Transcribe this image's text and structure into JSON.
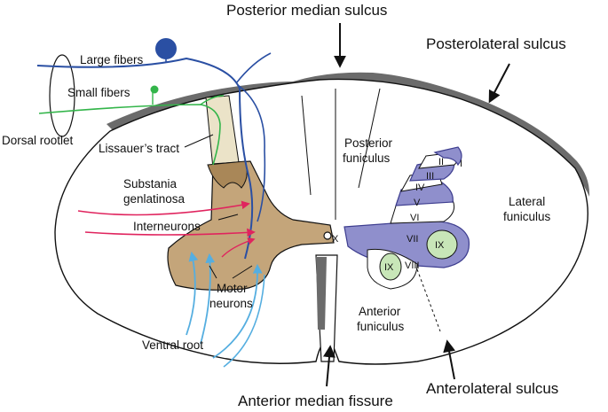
{
  "labels": {
    "posterior_median_sulcus": "Posterior median sulcus",
    "posterolateral_sulcus": "Posterolateral sulcus",
    "anterior_median_fissure": "Anterior median fissure",
    "anterolateral_sulcus": "Anterolateral sulcus",
    "large_fibers": "Large fibers",
    "small_fibers": "Small fibers",
    "dorsal_rootlet": "Dorsal rootlet",
    "lissauers_tract": "Lissauer’s tract",
    "substantia_line1": "Substania",
    "substantia_line2": "genlatinosa",
    "interneurons": "Interneurons",
    "motor_line1": "Motor",
    "motor_line2": "neurons",
    "ventral_root": "Ventral root",
    "posterior_funiculus_line1": "Posterior",
    "posterior_funiculus_line2": "funiculus",
    "lateral_funiculus_line1": "Lateral",
    "lateral_funiculus_line2": "funiculus",
    "anterior_funiculus_line1": "Anterior",
    "anterior_funiculus_line2": "funiculus",
    "central_canal_mark": "X"
  },
  "laminae": {
    "I": "I",
    "II": "II",
    "III": "III",
    "IV": "IV",
    "V": "V",
    "VI": "VI",
    "VII": "VII",
    "VIII": "VIII",
    "IX_lateral": "IX",
    "IX_medial": "IX"
  },
  "colors": {
    "gray_matter": "#c4a57a",
    "substantia": "#a98758",
    "lissauer": "#ebe3c8",
    "laminae_fill": "#8f8fcc",
    "laminae_stroke": "#3d3d8f",
    "lamina_ix": "#c8e6b8",
    "pia": "#6b6b6b",
    "large_fiber": "#2a4fa3",
    "small_fiber": "#33b54a",
    "interneuron": "#e0245e",
    "ventral": "#55aee0"
  },
  "icons": {
    "large_fiber_soma": "large-fiber-cell-body-icon",
    "small_fiber_soma": "small-fiber-cell-body-icon"
  }
}
